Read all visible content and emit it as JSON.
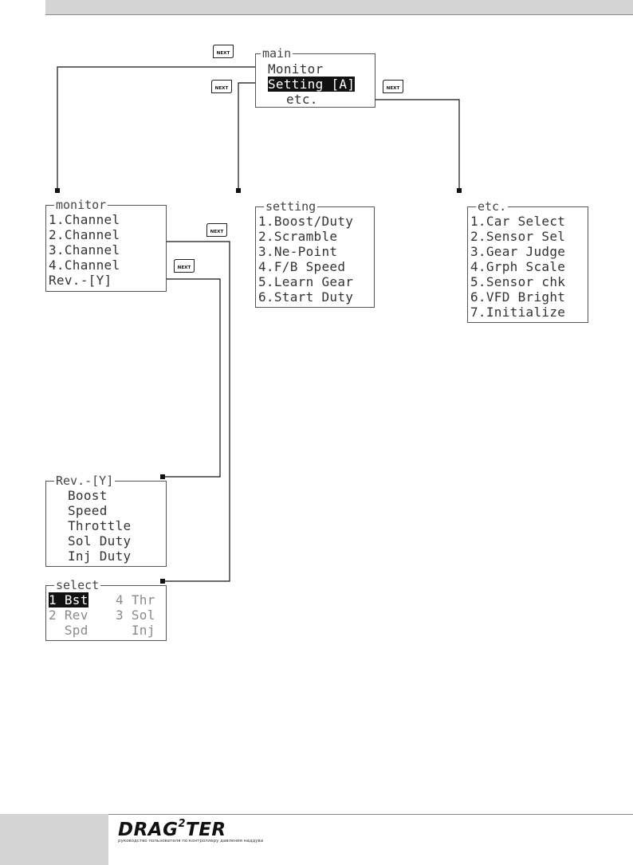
{
  "main_menu": {
    "title": "main",
    "items": [
      "Monitor",
      "Setting [A]",
      "etc."
    ]
  },
  "monitor_menu": {
    "title": "monitor",
    "items": [
      "1.Channel",
      "2.Channel",
      "3.Channel",
      "4.Channel",
      "Rev.-[Y]"
    ]
  },
  "setting_menu": {
    "title": "setting",
    "items": [
      "1.Boost/Duty",
      "2.Scramble",
      "3.Ne-Point",
      "4.F/B Speed",
      "5.Learn Gear",
      "6.Start Duty"
    ]
  },
  "etc_menu": {
    "title": "etc.",
    "items": [
      "1.Car Select",
      "2.Sensor Sel",
      "3.Gear Judge",
      "4.Grph Scale",
      "5.Sensor chk",
      "6.VFD Bright",
      "7.Initialize"
    ]
  },
  "rev_menu": {
    "title": "Rev.-[Y]",
    "items": [
      "Boost",
      "Speed",
      "Throttle",
      "Sol Duty",
      "Inj Duty"
    ]
  },
  "select_menu": {
    "title": "select",
    "rows": [
      {
        "left": "1 Bst",
        "right": "4 Thr"
      },
      {
        "left": "2 Rev",
        "right": "3 Sol"
      },
      {
        "left": "  Spd",
        "right": "  Inj"
      }
    ]
  },
  "next_key_label": "NEXT",
  "logo": {
    "brand_pre": "DRAG",
    "brand_sup": "2",
    "brand_post": "TER",
    "tagline": "руководство пользователя по контроллеру давления наддува"
  },
  "colors": {
    "wire": "#111111",
    "lcd_border": "#555555",
    "highlight": "#111111",
    "gray_bar": "#d4d4d4"
  }
}
